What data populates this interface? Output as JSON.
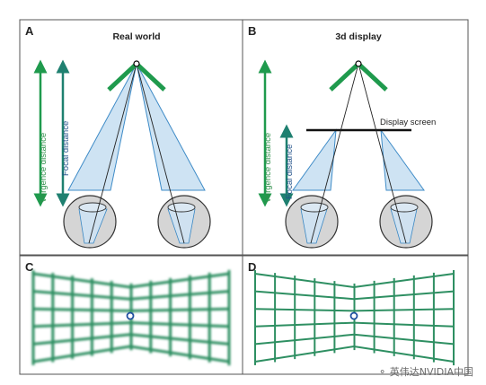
{
  "panels": {
    "a": {
      "letter": "A",
      "title": "Real world",
      "vergence_label": "Vergence distance",
      "focal_label": "Focal distance"
    },
    "b": {
      "letter": "B",
      "title": "3d display",
      "vergence_label": "Vergence distance",
      "focal_label": "Focal distance",
      "screen_label": "Display screen"
    },
    "c": {
      "letter": "C"
    },
    "d": {
      "letter": "D"
    }
  },
  "colors": {
    "green": "#1f9a4d",
    "blue": "#2a7fc1",
    "grid": "#2e8f62",
    "eye_fill": "#d5d5d5"
  },
  "watermark": {
    "icon": "wechat-icon",
    "text": "英伟达NVIDIA中国"
  }
}
